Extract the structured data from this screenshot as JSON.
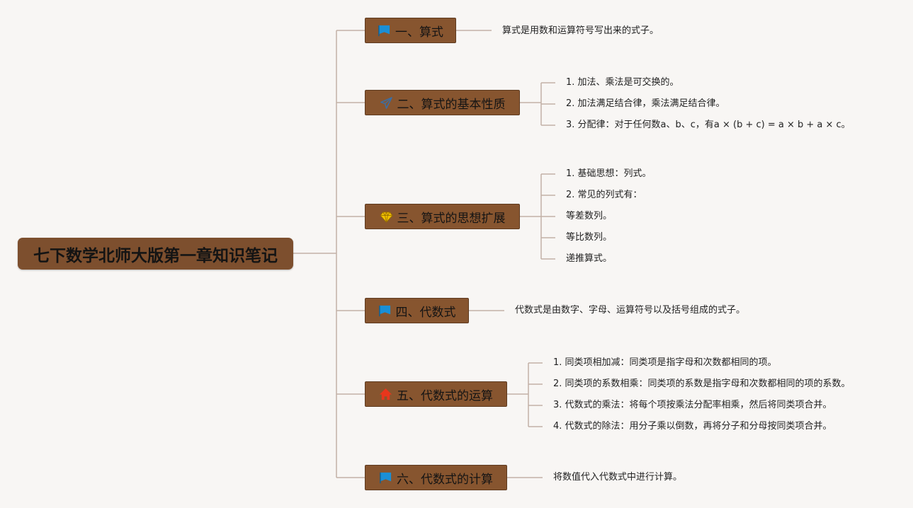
{
  "root": {
    "label": "七下数学北师大版第一章知识笔记"
  },
  "topics": [
    {
      "label": "一、算式",
      "icon": "blue-flag-icon",
      "children": [
        "算式是用数和运算符号写出来的式子。"
      ]
    },
    {
      "label": "二、算式的基本性质",
      "icon": "paper-plane-icon",
      "children": [
        "1. 加法、乘法是可交换的。",
        "2. 加法满足结合律，乘法满足结合律。",
        "3. 分配律：对于任何数a、b、c，有a × (b + c) = a × b + a × c。"
      ]
    },
    {
      "label": "三、算式的思想扩展",
      "icon": "diamond-icon",
      "children": [
        "1. 基础思想：列式。",
        "2. 常见的列式有：",
        "等差数列。",
        "等比数列。",
        "递推算式。"
      ]
    },
    {
      "label": "四、代数式",
      "icon": "blue-flag-icon",
      "children": [
        "代数式是由数字、字母、运算符号以及括号组成的式子。"
      ]
    },
    {
      "label": "五、代数式的运算",
      "icon": "red-house-icon",
      "children": [
        "1. 同类项相加减：同类项是指字母和次数都相同的项。",
        "2. 同类项的系数相乘：同类项的系数是指字母和次数都相同的项的系数。",
        "3. 代数式的乘法：将每个项按乘法分配率相乘，然后将同类项合并。",
        "4. 代数式的除法：用分子乘以倒数，再将分子和分母按同类项合并。"
      ]
    },
    {
      "label": "六、代数式的计算",
      "icon": "blue-flag-icon",
      "children": [
        "将数值代入代数式中进行计算。"
      ]
    }
  ],
  "colors": {
    "background": "#f8f6f4",
    "node_fill": "#87552f",
    "root_fill": "#7d4f2e",
    "connector": "#c2b1a6",
    "flag_blue": "#1a8fd6",
    "plane_blue": "#3a6ea5",
    "diamond_yellow": "#f2c200",
    "house_red": "#e8361c"
  }
}
